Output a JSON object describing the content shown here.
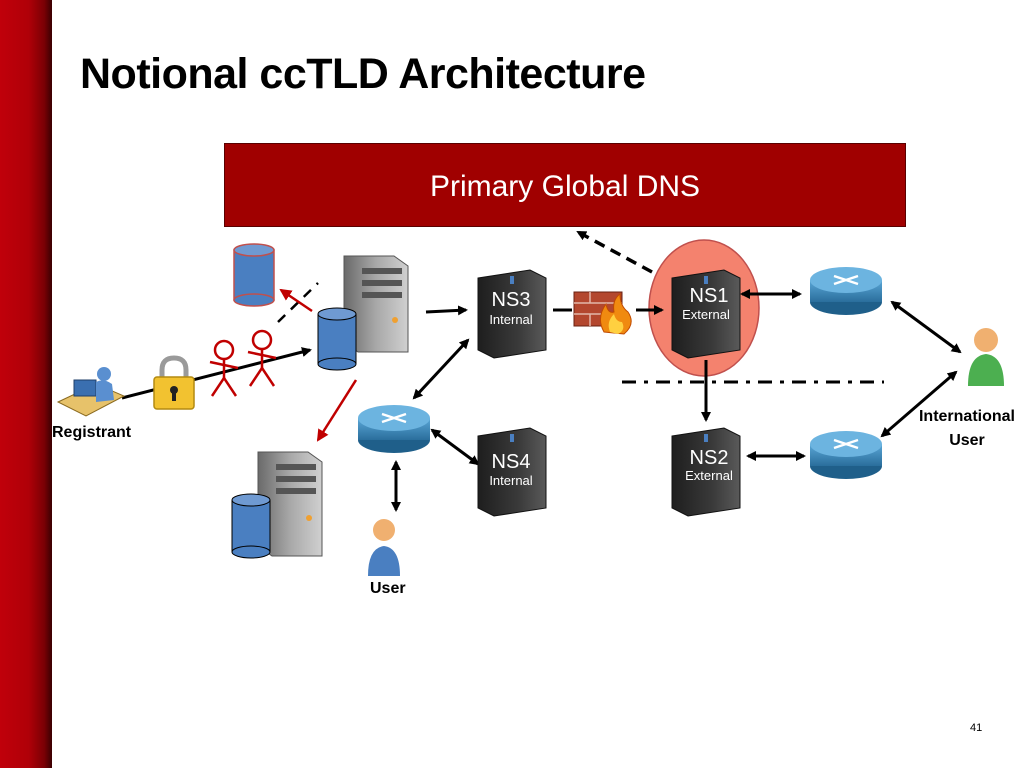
{
  "slide": {
    "title": "Notional ccTLD Architecture",
    "page_number": "41"
  },
  "banner": {
    "label": "Primary Global DNS"
  },
  "servers": {
    "ns1": {
      "name": "NS1",
      "role": "External"
    },
    "ns2": {
      "name": "NS2",
      "role": "External"
    },
    "ns3": {
      "name": "NS3",
      "role": "Internal"
    },
    "ns4": {
      "name": "NS4",
      "role": "Internal"
    }
  },
  "actors": {
    "registrant": "Registrant",
    "user": "User",
    "international_user_line1": "International",
    "international_user_line2": "User"
  },
  "colors": {
    "banner": "#a00000",
    "sidebar": "#c0000a",
    "highlight_ellipse": "#f4826e",
    "database": "#4a7fc1",
    "router": "#3b86b5",
    "threat_arrow": "#c00000"
  }
}
